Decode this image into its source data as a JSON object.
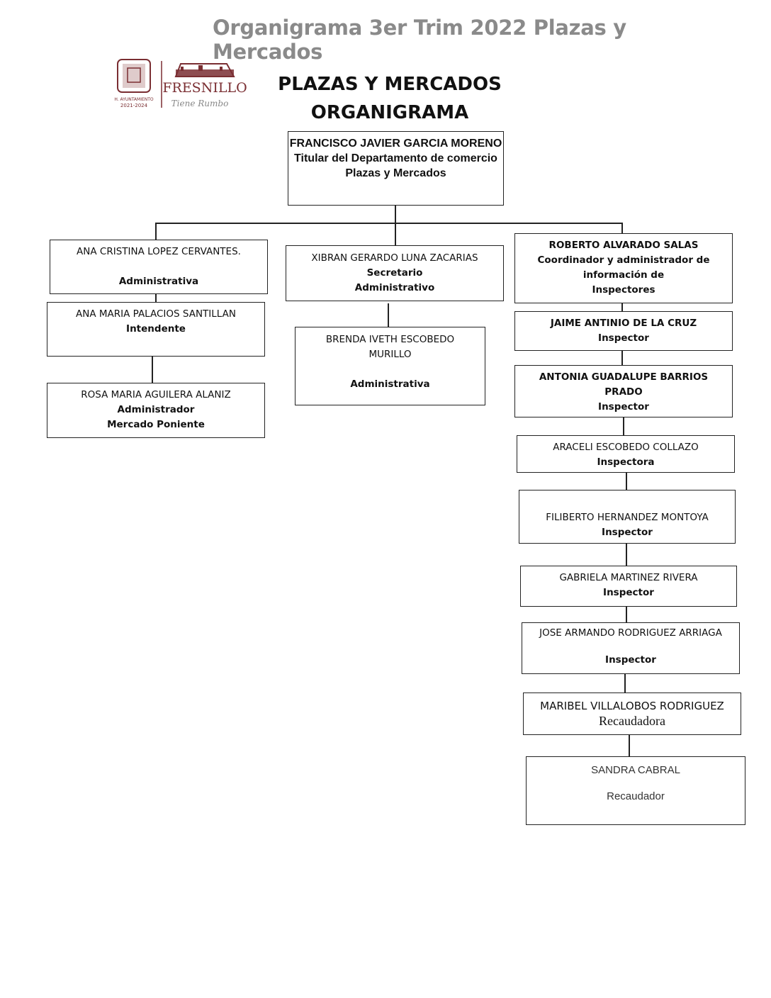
{
  "document_header": "Organigrama 3er Trim 2022 Plazas y Mercados",
  "chart_title": [
    "PLAZAS Y MERCADOS",
    "ORGANIGRAMA"
  ],
  "logo": {
    "city": "FRESNILLO",
    "slogan": "Tiene Rumbo",
    "seal_period": "2021-2024",
    "colors": {
      "brand": "#7a2e32",
      "gray": "#888888"
    }
  },
  "head": {
    "name": "FRANCISCO JAVIER GARCIA MORENO",
    "role": "Titular del Departamento de comercio Plazas y Mercados"
  },
  "left_branch": [
    {
      "name": "ANA CRISTINA LOPEZ CERVANTES.",
      "role": "Administrativa"
    },
    {
      "name": "ANA MARIA PALACIOS SANTILLAN",
      "role": "Intendente"
    },
    {
      "name": "ROSA MARIA AGUILERA ALANIZ",
      "role": "Administrador",
      "role2": "Mercado Poniente"
    }
  ],
  "middle_branch": [
    {
      "name": "XIBRAN GERARDO LUNA ZACARIAS",
      "role": "Secretario",
      "role2": "Administrativo"
    },
    {
      "name": "BRENDA IVETH ESCOBEDO MURILLO",
      "role": "Administrativa"
    }
  ],
  "right_branch": [
    {
      "name": "ROBERTO ALVARADO SALAS",
      "role": "Coordinador y administrador de información de",
      "role2": "Inspectores"
    },
    {
      "name": "JAIME ANTINIO DE LA CRUZ",
      "role": "Inspector"
    },
    {
      "name": "ANTONIA GUADALUPE BARRIOS PRADO",
      "role": "Inspector"
    },
    {
      "name": "ARACELI ESCOBEDO COLLAZO",
      "role": "Inspectora"
    },
    {
      "name": "FILIBERTO HERNANDEZ MONTOYA",
      "role": "Inspector"
    },
    {
      "name": "GABRIELA MARTINEZ RIVERA",
      "role": "Inspector"
    },
    {
      "name": "JOSE ARMANDO RODRIGUEZ ARRIAGA",
      "role": "Inspector"
    },
    {
      "name": "MARIBEL VILLALOBOS RODRIGUEZ",
      "role": "Recaudadora"
    },
    {
      "name": "SANDRA CABRAL",
      "role": "Recaudador"
    }
  ]
}
